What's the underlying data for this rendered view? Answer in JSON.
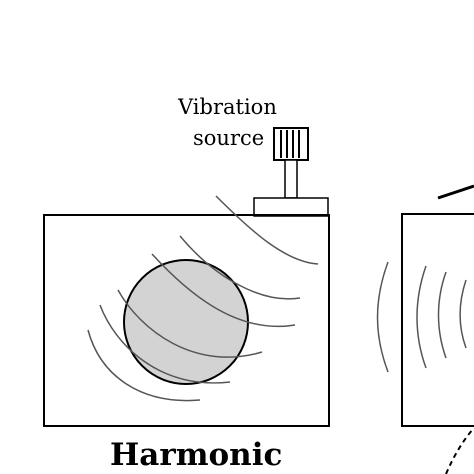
{
  "source_label": {
    "line1": "Vibration",
    "line2": "source"
  },
  "caption": "Harmonic",
  "colors": {
    "stroke": "#000000",
    "ball_fill": "#d3d3d3",
    "wave": "#555555",
    "background": "#ffffff"
  }
}
